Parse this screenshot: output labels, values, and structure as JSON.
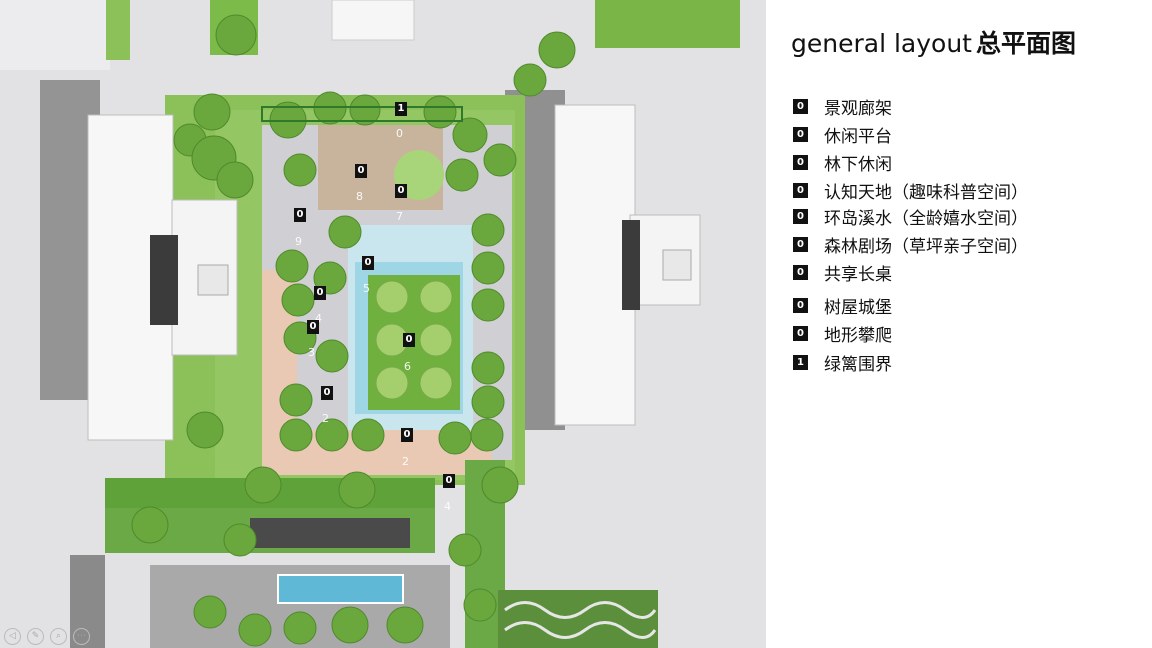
{
  "title": {
    "en": "general layout",
    "cn": "总平面图"
  },
  "legend": [
    {
      "num": "0",
      "label": "景观廊架"
    },
    {
      "num": "0",
      "label": "休闲平台"
    },
    {
      "num": "0",
      "label": "林下休闲"
    },
    {
      "num": "0",
      "label": "认知天地（趣味科普空间）"
    },
    {
      "num": "0",
      "label": "环岛溪水（全龄嬉水空间）"
    },
    {
      "num": "0",
      "label": "森林剧场（草坪亲子空间）"
    },
    {
      "num": "0",
      "label": "共享长桌"
    },
    {
      "num": "0",
      "label": "树屋城堡"
    },
    {
      "num": "0",
      "label": "地形攀爬"
    },
    {
      "num": "1",
      "label": "绿篱围界"
    }
  ],
  "plan_markers": [
    "1",
    "0",
    "0",
    "0",
    "0",
    "0",
    "0",
    "0",
    "0",
    "0",
    "0",
    "0"
  ],
  "plan_zone_numbers": [
    "0",
    "8",
    "7",
    "9",
    "5",
    "6",
    "4",
    "3",
    "2",
    "2",
    "4"
  ],
  "colors": {
    "marker_bg": "#111111",
    "lawn": "#7cba4a",
    "tree": "#8bc34a",
    "building": "#f7f7f7",
    "water": "#9fd6e6",
    "paving": "#e9c9b4"
  }
}
